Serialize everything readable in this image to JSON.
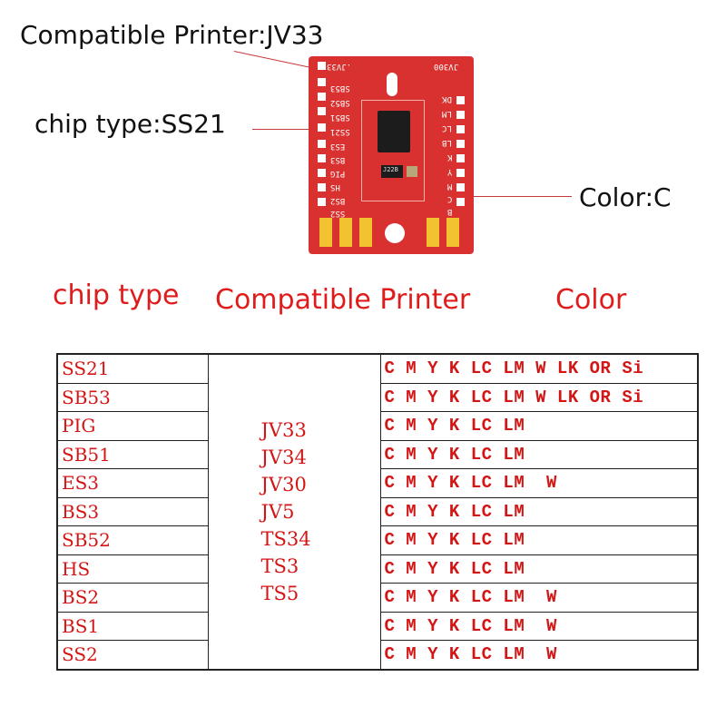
{
  "callouts": {
    "printer": "Compatible Printer:JV33",
    "chip": "chip type:SS21",
    "color": "Color:C"
  },
  "chip_image": {
    "top_labels": [
      ".JV33",
      "JV300"
    ],
    "left_labels": [
      "SB53",
      "SB52",
      "SB51",
      "SS21",
      "ES3",
      "BS3",
      "PIG",
      "HS",
      "BS2",
      "SS2"
    ],
    "right_labels": [
      "DK",
      "LM",
      "LC",
      "LB",
      "K",
      "Y",
      "M",
      "C",
      "B"
    ],
    "ic_label": "J22B"
  },
  "headers": {
    "chip_type": "chip type",
    "printer": "Compatible Printer",
    "color": "Color"
  },
  "printers": [
    "JV33",
    "JV34",
    "JV30",
    "JV5",
    "TS34",
    "TS3",
    "TS5"
  ],
  "rows": [
    {
      "chip": "SS21",
      "colors": "C M Y K LC LM W LK OR Si"
    },
    {
      "chip": "SB53",
      "colors": "C M Y K LC LM W LK OR Si"
    },
    {
      "chip": "PIG",
      "colors": "C M Y K LC LM"
    },
    {
      "chip": "SB51",
      "colors": "C M Y K LC LM"
    },
    {
      "chip": "ES3",
      "colors": "C M Y K LC LM  W"
    },
    {
      "chip": "BS3",
      "colors": "C M Y K LC LM"
    },
    {
      "chip": "SB52",
      "colors": "C M Y K LC LM"
    },
    {
      "chip": "HS",
      "colors": "C M Y K LC LM"
    },
    {
      "chip": "BS2",
      "colors": "C M Y K LC LM  W"
    },
    {
      "chip": "BS1",
      "colors": "C M Y K LC LM  W"
    },
    {
      "chip": "SS2",
      "colors": "C M Y K LC LM  W"
    }
  ],
  "colors": {
    "accent": "#e01b1b",
    "chip_board": "#d8312f",
    "contact": "#f3c230"
  }
}
